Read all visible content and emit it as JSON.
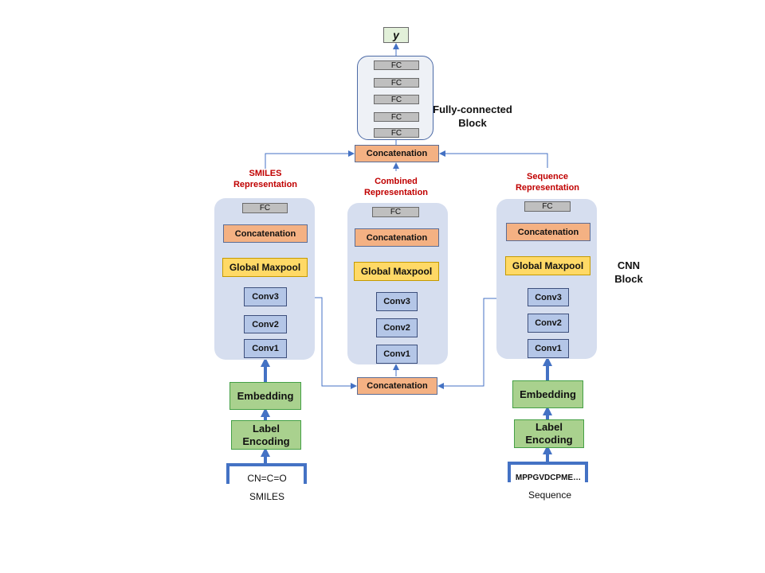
{
  "output": {
    "label": "y"
  },
  "fully_connected_block": {
    "layers": [
      "FC",
      "FC",
      "FC",
      "FC",
      "FC"
    ],
    "title_line1": "Fully-connected",
    "title_line2": "Block"
  },
  "top_concat": "Concatenation",
  "cnn_block_label": {
    "line1": "CNN",
    "line2": "Block"
  },
  "smiles_branch": {
    "representation_line1": "SMILES",
    "representation_line2": "Representation",
    "fc": "FC",
    "concat": "Concatenation",
    "maxpool": "Global Maxpool",
    "conv3": "Conv3",
    "conv2": "Conv2",
    "conv1": "Conv1",
    "embedding": "Embedding",
    "label_encoding_line1": "Label",
    "label_encoding_line2": "Encoding",
    "input_value": "CN=C=O",
    "input_caption": "SMILES"
  },
  "combined_branch": {
    "representation_line1": "Combined",
    "representation_line2": "Representation",
    "fc": "FC",
    "concat": "Concatenation",
    "maxpool": "Global Maxpool",
    "conv3": "Conv3",
    "conv2": "Conv2",
    "conv1": "Conv1",
    "input_concat": "Concatenation"
  },
  "sequence_branch": {
    "representation_line1": "Sequence",
    "representation_line2": "Representation",
    "fc": "FC",
    "concat": "Concatenation",
    "maxpool": "Global Maxpool",
    "conv3": "Conv3",
    "conv2": "Conv2",
    "conv1": "Conv1",
    "embedding": "Embedding",
    "label_encoding_line1": "Label",
    "label_encoding_line2": "Encoding",
    "input_value": "MPPGVDCPME…",
    "input_caption": "Sequence"
  },
  "colors": {
    "connector": "#4472c4",
    "representation_text": "#c00000",
    "panel": "#d6deef",
    "fc_layer": "#bfbfbf",
    "concatenation": "#f4b183",
    "global_maxpool": "#ffd966",
    "conv": "#b4c6e7",
    "embedding": "#a9d18e",
    "output": "#e2f0d9"
  }
}
